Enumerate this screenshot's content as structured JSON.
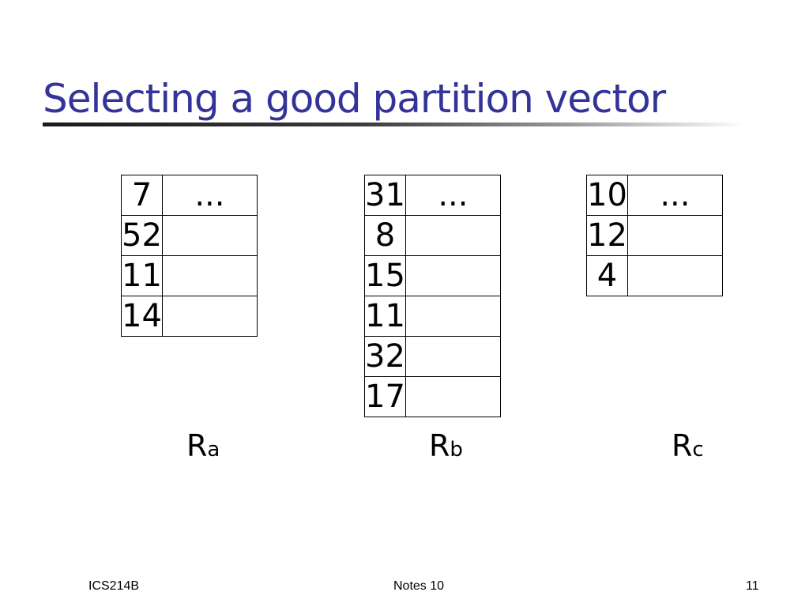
{
  "slide": {
    "title": "Selecting a good partition vector",
    "relations": [
      {
        "name": "R",
        "subscript": "a",
        "rows": [
          {
            "key": "7",
            "rest": "..."
          },
          {
            "key": "52",
            "rest": ""
          },
          {
            "key": "11",
            "rest": ""
          },
          {
            "key": "14",
            "rest": ""
          }
        ]
      },
      {
        "name": "R",
        "subscript": "b",
        "rows": [
          {
            "key": "31",
            "rest": "..."
          },
          {
            "key": "8",
            "rest": ""
          },
          {
            "key": "15",
            "rest": ""
          },
          {
            "key": "11",
            "rest": ""
          },
          {
            "key": "32",
            "rest": ""
          },
          {
            "key": "17",
            "rest": ""
          }
        ]
      },
      {
        "name": "R",
        "subscript": "c",
        "rows": [
          {
            "key": "10",
            "rest": "..."
          },
          {
            "key": "12",
            "rest": ""
          },
          {
            "key": "4",
            "rest": ""
          }
        ]
      }
    ]
  },
  "footer": {
    "left": "ICS214B",
    "center": "Notes 10",
    "right": "11"
  },
  "colors": {
    "title": "#333399"
  }
}
